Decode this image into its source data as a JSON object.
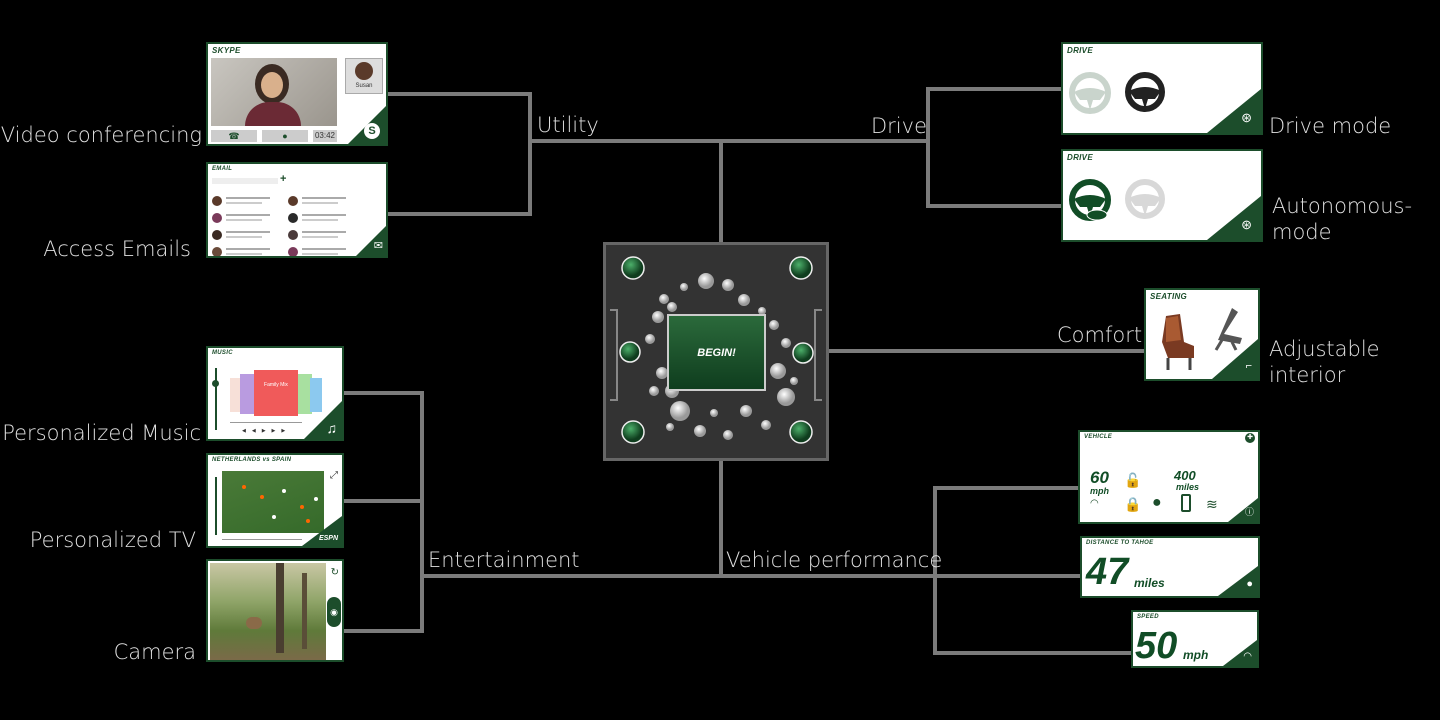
{
  "center": {
    "button_label": "BEGIN!"
  },
  "branches": {
    "utility": "Utility",
    "drive": "Drive",
    "comfort": "Comfort",
    "entertainment": "Entertainment",
    "vehicle_performance": "Vehicle performance"
  },
  "features": {
    "video_conferencing": "Video conferencing",
    "access_emails": "Access Emails",
    "drive_mode": "Drive mode",
    "autonomous_mode_line1": "Autonomous-",
    "autonomous_mode_line2": "mode",
    "adjustable_interior_line1": "Adjustable",
    "adjustable_interior_line2": "interior",
    "personalized_music": "Personalized Music",
    "personalized_tv": "Personalized TV",
    "camera": "Camera"
  },
  "cards": {
    "skype": {
      "title": "SKYPE",
      "contact": "Susan",
      "timer": "03:42"
    },
    "email": {
      "title": "EMAIL"
    },
    "drive1": {
      "title": "DRIVE"
    },
    "drive2": {
      "title": "DRIVE"
    },
    "seating": {
      "title": "SEATING"
    },
    "music": {
      "title": "MUSIC",
      "playlist": "Family Mix"
    },
    "tv": {
      "title": "NETHERLANDS vs SPAIN",
      "channel": "ESPN"
    },
    "vehicle": {
      "title": "VEHICLE",
      "speed": "60",
      "speed_unit": "mph",
      "range": "400",
      "range_unit": "miles"
    },
    "distance": {
      "title": "DISTANCE TO TAHOE",
      "value": "47",
      "unit": "miles"
    },
    "speed": {
      "title": "SPEED",
      "value": "50",
      "unit": "mph"
    }
  },
  "colors": {
    "wire": "#7a7a7a",
    "brand_green": "#1c4d2b",
    "label": "#e0e0e0"
  }
}
